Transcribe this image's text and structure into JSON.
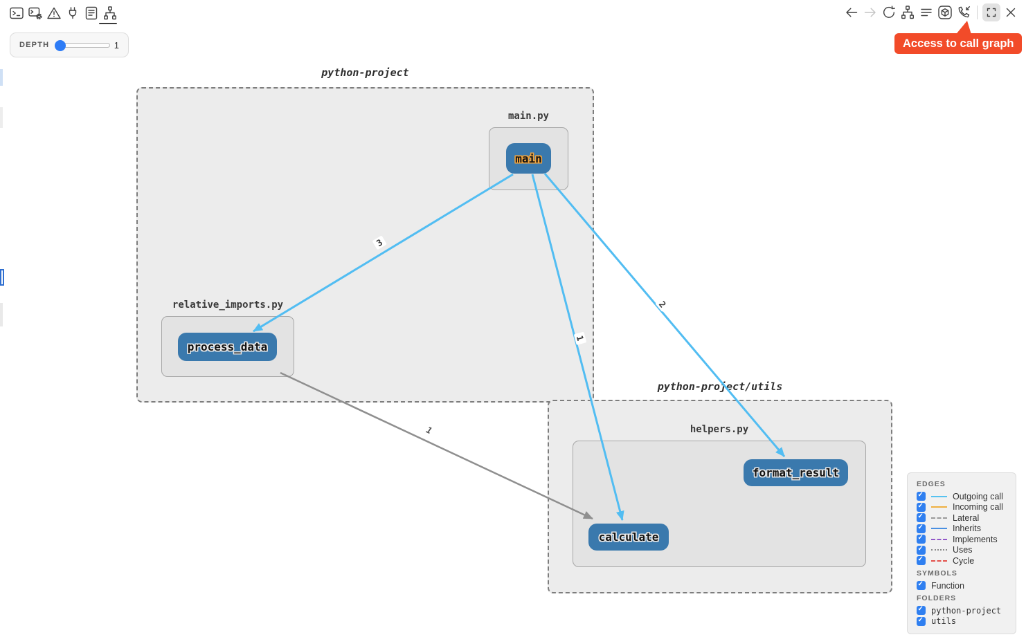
{
  "left_toolbar": {
    "icons": [
      "terminal",
      "terminal-settings",
      "problems",
      "ports",
      "output",
      "call-graph"
    ],
    "active_icon": "call-graph"
  },
  "depth_control": {
    "label": "DEPTH",
    "value": "1"
  },
  "right_toolbar": {
    "icons": [
      "back",
      "forward",
      "refresh",
      "graph-layout",
      "align-lines",
      "package",
      "incoming-call",
      "fullscreen",
      "close"
    ],
    "disabled_icons": [
      "forward"
    ],
    "active_icon": "fullscreen"
  },
  "tooltip": {
    "text": "Access to call graph",
    "bg_color": "#f24b29"
  },
  "graph": {
    "folders": [
      {
        "name": "python-project"
      },
      {
        "name": "python-project/utils"
      }
    ],
    "files": [
      {
        "name": "main.py",
        "folder": "python-project"
      },
      {
        "name": "relative_imports.py",
        "folder": "python-project"
      },
      {
        "name": "helpers.py",
        "folder": "python-project/utils"
      }
    ],
    "nodes": [
      {
        "label": "main",
        "file": "main.py",
        "highlight": "orange-outline"
      },
      {
        "label": "process_data",
        "file": "relative_imports.py",
        "highlight": "white-outline"
      },
      {
        "label": "format_result",
        "file": "helpers.py",
        "highlight": "white-outline"
      },
      {
        "label": "calculate",
        "file": "helpers.py",
        "highlight": "white-outline"
      }
    ],
    "edges": [
      {
        "from": "main",
        "to": "process_data",
        "count": "3",
        "type": "outgoing-call",
        "color": "#52bdf2"
      },
      {
        "from": "main",
        "to": "calculate",
        "count": "1",
        "type": "outgoing-call",
        "color": "#52bdf2"
      },
      {
        "from": "main",
        "to": "format_result",
        "count": "2",
        "type": "outgoing-call",
        "color": "#52bdf2"
      },
      {
        "from": "process_data",
        "to": "calculate",
        "count": "1",
        "type": "call",
        "color": "#8f8f8f"
      }
    ],
    "node_color": "#3a79ad"
  },
  "legend": {
    "edges_title": "EDGES",
    "edge_items": [
      {
        "label": "Outgoing call",
        "color": "#56c2f0",
        "line_style": "solid"
      },
      {
        "label": "Incoming call",
        "color": "#efb041",
        "line_style": "solid"
      },
      {
        "label": "Lateral",
        "color": "#9a9a9a",
        "line_style": "dashed"
      },
      {
        "label": "Inherits",
        "color": "#4a90e2",
        "line_style": "solid"
      },
      {
        "label": "Implements",
        "color": "#9257c8",
        "line_style": "dashed"
      },
      {
        "label": "Uses",
        "color": "#8a8a8a",
        "line_style": "dotted"
      },
      {
        "label": "Cycle",
        "color": "#e4504a",
        "line_style": "dashed"
      }
    ],
    "symbols_title": "SYMBOLS",
    "symbol_items": [
      {
        "label": "Function"
      }
    ],
    "folders_title": "FOLDERS",
    "folder_items": [
      {
        "label": "python-project"
      },
      {
        "label": "utils"
      }
    ],
    "checkbox_color": "#2f7ff0",
    "all_checked": true
  }
}
